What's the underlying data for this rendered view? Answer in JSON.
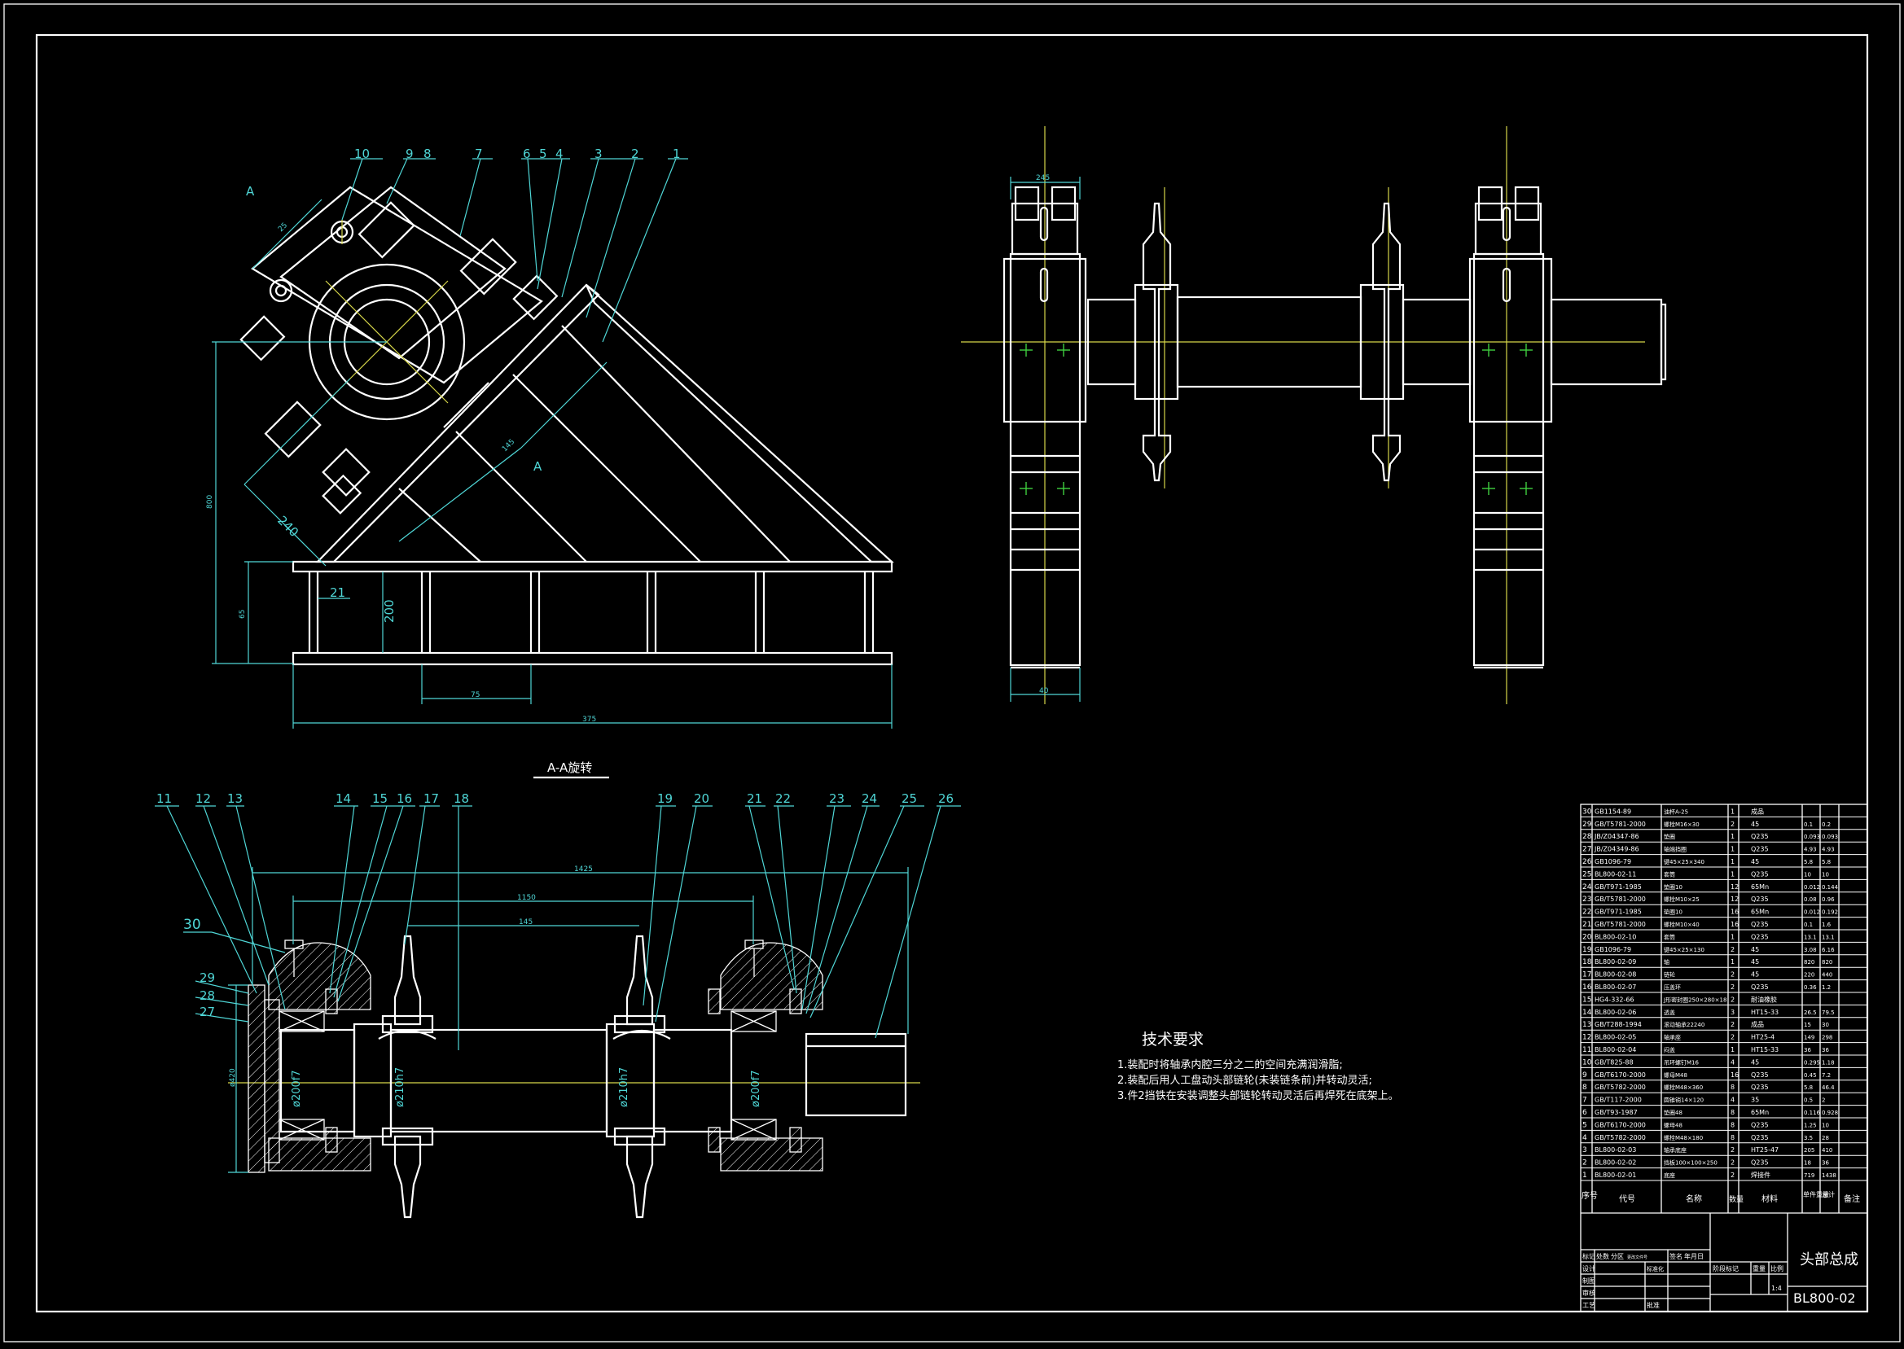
{
  "title_block": {
    "drawing_name": "头部总成",
    "drawing_number": "BL800-02",
    "scale_value": "1:4",
    "header_labels": {
      "seq": "序号",
      "code": "代号",
      "name": "名称",
      "qty": "数量",
      "material": "材料",
      "unit_weight": "单件重量",
      "total_weight": "总计",
      "remark": "备注"
    },
    "sign_row": [
      "标记",
      "处数",
      "分区",
      "更改文件号",
      "签名",
      "年月日"
    ],
    "roles": [
      "设计",
      "制图",
      "审核",
      "工艺"
    ],
    "stage_labels": [
      "标准化",
      "批准",
      "阶段标记",
      "重量",
      "比例"
    ]
  },
  "parts": [
    {
      "no": "30",
      "code": "GB1154-89",
      "name": "油杯A-25",
      "qty": "1",
      "material": "成品",
      "w1": "",
      "w2": ""
    },
    {
      "no": "29",
      "code": "GB/T5781-2000",
      "name": "螺栓M16×30",
      "qty": "2",
      "material": "45",
      "w1": "0.1",
      "w2": "0.2"
    },
    {
      "no": "28",
      "code": "JB/Z04347-86",
      "name": "垫圈",
      "qty": "1",
      "material": "Q235",
      "w1": "0.093",
      "w2": "0.093"
    },
    {
      "no": "27",
      "code": "JB/Z04349-86",
      "name": "轴端挡圈",
      "qty": "1",
      "material": "Q235",
      "w1": "4.93",
      "w2": "4.93"
    },
    {
      "no": "26",
      "code": "GB1096-79",
      "name": "键45×25×340",
      "qty": "1",
      "material": "45",
      "w1": "5.8",
      "w2": "5.8"
    },
    {
      "no": "25",
      "code": "BL800-02-11",
      "name": "套筒",
      "qty": "1",
      "material": "Q235",
      "w1": "10",
      "w2": "10"
    },
    {
      "no": "24",
      "code": "GB/T971-1985",
      "name": "垫圈10",
      "qty": "12",
      "material": "65Mn",
      "w1": "0.012",
      "w2": "0.144"
    },
    {
      "no": "23",
      "code": "GB/T5781-2000",
      "name": "螺栓M10×25",
      "qty": "12",
      "material": "Q235",
      "w1": "0.08",
      "w2": "0.96"
    },
    {
      "no": "22",
      "code": "GB/T971-1985",
      "name": "垫圈10",
      "qty": "16",
      "material": "65Mn",
      "w1": "0.012",
      "w2": "0.192"
    },
    {
      "no": "21",
      "code": "GB/T5781-2000",
      "name": "螺栓M10×40",
      "qty": "16",
      "material": "Q235",
      "w1": "0.1",
      "w2": "1.6"
    },
    {
      "no": "20",
      "code": "BL800-02-10",
      "name": "套筒",
      "qty": "1",
      "material": "Q235",
      "w1": "13.1",
      "w2": "13.1"
    },
    {
      "no": "19",
      "code": "GB1096-79",
      "name": "键45×25×130",
      "qty": "2",
      "material": "45",
      "w1": "3.08",
      "w2": "6.16"
    },
    {
      "no": "18",
      "code": "BL800-02-09",
      "name": "轴",
      "qty": "1",
      "material": "45",
      "w1": "820",
      "w2": "820"
    },
    {
      "no": "17",
      "code": "BL800-02-08",
      "name": "链轮",
      "qty": "2",
      "material": "45",
      "w1": "220",
      "w2": "440"
    },
    {
      "no": "16",
      "code": "BL800-02-07",
      "name": "压盖环",
      "qty": "2",
      "material": "Q235",
      "w1": "0.36",
      "w2": "1.2"
    },
    {
      "no": "15",
      "code": "HG4-332-66",
      "name": "J形密封圈250×280×18",
      "qty": "2",
      "material": "耐油橡胶",
      "w1": "",
      "w2": ""
    },
    {
      "no": "14",
      "code": "BL800-02-06",
      "name": "透盖",
      "qty": "3",
      "material": "HT15-33",
      "w1": "26.5",
      "w2": "79.5"
    },
    {
      "no": "13",
      "code": "GB/T288-1994",
      "name": "滚动轴承22240",
      "qty": "2",
      "material": "成品",
      "w1": "15",
      "w2": "30"
    },
    {
      "no": "12",
      "code": "BL800-02-05",
      "name": "轴承座",
      "qty": "2",
      "material": "HT25-4",
      "w1": "149",
      "w2": "298"
    },
    {
      "no": "11",
      "code": "BL800-02-04",
      "name": "闷盖",
      "qty": "1",
      "material": "HT15-33",
      "w1": "36",
      "w2": "36"
    },
    {
      "no": "10",
      "code": "GB/T825-88",
      "name": "吊环螺钉M16",
      "qty": "4",
      "material": "45",
      "w1": "0.295",
      "w2": "1.18"
    },
    {
      "no": "9",
      "code": "GB/T6170-2000",
      "name": "螺母M48",
      "qty": "16",
      "material": "Q235",
      "w1": "0.45",
      "w2": "7.2"
    },
    {
      "no": "8",
      "code": "GB/T5782-2000",
      "name": "螺栓M48×360",
      "qty": "8",
      "material": "Q235",
      "w1": "5.8",
      "w2": "46.4"
    },
    {
      "no": "7",
      "code": "GB/T117-2000",
      "name": "圆锥销14×120",
      "qty": "4",
      "material": "35",
      "w1": "0.5",
      "w2": "2"
    },
    {
      "no": "6",
      "code": "GB/T93-1987",
      "name": "垫圈48",
      "qty": "8",
      "material": "65Mn",
      "w1": "0.116",
      "w2": "0.928"
    },
    {
      "no": "5",
      "code": "GB/T6170-2000",
      "name": "螺母48",
      "qty": "8",
      "material": "Q235",
      "w1": "1.25",
      "w2": "10"
    },
    {
      "no": "4",
      "code": "GB/T5782-2000",
      "name": "螺栓M48×180",
      "qty": "8",
      "material": "Q235",
      "w1": "3.5",
      "w2": "28"
    },
    {
      "no": "3",
      "code": "BL800-02-03",
      "name": "轴承底座",
      "qty": "2",
      "material": "HT25-47",
      "w1": "205",
      "w2": "410"
    },
    {
      "no": "2",
      "code": "BL800-02-02",
      "name": "挡板100×100×250",
      "qty": "2",
      "material": "Q235",
      "w1": "18",
      "w2": "36"
    },
    {
      "no": "1",
      "code": "BL800-02-01",
      "name": "底座",
      "qty": "2",
      "material": "焊接件",
      "w1": "719",
      "w2": "1438"
    }
  ],
  "tech_requirements": {
    "heading": "技术要求",
    "items": [
      "1.装配时将轴承内腔三分之二的空间充满润滑脂;",
      "2.装配后用人工盘动头部链轮(未装链条前)并转动灵活;",
      "3.件2挡铁在安装调整头部链轮转动灵活后再焊死在底架上。"
    ]
  },
  "section_label": "A-A旋转",
  "view_marks": {
    "a_upper": "A",
    "a_lower": "A"
  },
  "side_view": {
    "callouts": [
      "10",
      "9",
      "8",
      "7",
      "6",
      "5",
      "4",
      "3",
      "2",
      "1"
    ],
    "dims": {
      "d_240": "240",
      "d_200": "200",
      "d_21": "21",
      "d_left": "800",
      "d_left2": "65",
      "d_bottom": "375",
      "d_bottom2": "75",
      "d_diag": "25",
      "d_diag2": "145"
    }
  },
  "section_view": {
    "callouts_left": [
      "11",
      "12",
      "13",
      "14",
      "15",
      "16",
      "17",
      "18"
    ],
    "callouts_right": [
      "19",
      "20",
      "21",
      "22",
      "23",
      "24",
      "25",
      "26"
    ],
    "callouts_side": [
      "30",
      "29",
      "28",
      "27"
    ],
    "diameters": [
      "ø200f7",
      "ø210h7",
      "ø210h7",
      "ø200f7"
    ],
    "dims": {
      "top": "1425",
      "mid": "1150",
      "inner": "145",
      "left": "ø420"
    }
  },
  "front_view": {
    "dims": {
      "top": "245",
      "bottom": "40"
    }
  }
}
